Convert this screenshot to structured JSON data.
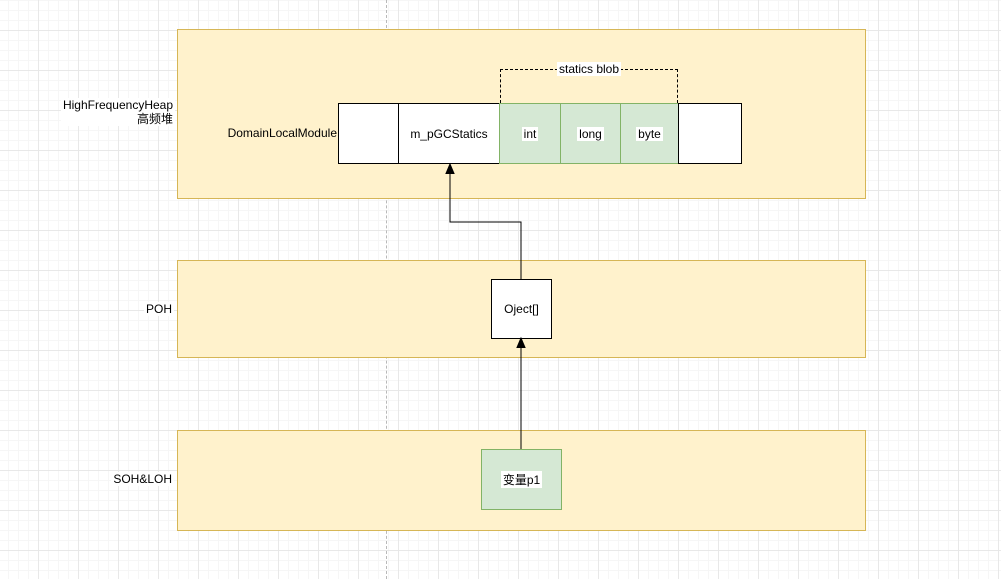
{
  "diagram": {
    "bands": [
      {
        "name": "high-frequency-heap",
        "label_line1": "HighFrequencyHeap",
        "label_line2": "高频堆"
      },
      {
        "name": "poh",
        "label": "POH"
      },
      {
        "name": "soh-loh",
        "label": "SOH&LOH"
      }
    ],
    "module_row": {
      "label": "DomainLocalModule",
      "cells": [
        {
          "label": "",
          "type": "empty"
        },
        {
          "label": "m_pGCStatics",
          "type": "pointer"
        },
        {
          "label": "int",
          "type": "static"
        },
        {
          "label": "long",
          "type": "static"
        },
        {
          "label": "byte",
          "type": "static"
        },
        {
          "label": "",
          "type": "empty"
        }
      ]
    },
    "statics_blob": {
      "label": "statics blob"
    },
    "object_array_box": {
      "label": "Oject[]"
    },
    "variable_box": {
      "label": "变量p1"
    },
    "colors": {
      "band_fill": "#fff2cc",
      "band_border": "#d6b656",
      "static_cell_fill": "#d5e8d4",
      "static_cell_border": "#82b366",
      "cell_border": "#000000",
      "arrow": "#000000",
      "grid_major": "#e8e8e8",
      "grid_minor": "#f6f6f6",
      "page_boundary_line": "#b9b9b9",
      "label_background": "#ffffff"
    }
  }
}
